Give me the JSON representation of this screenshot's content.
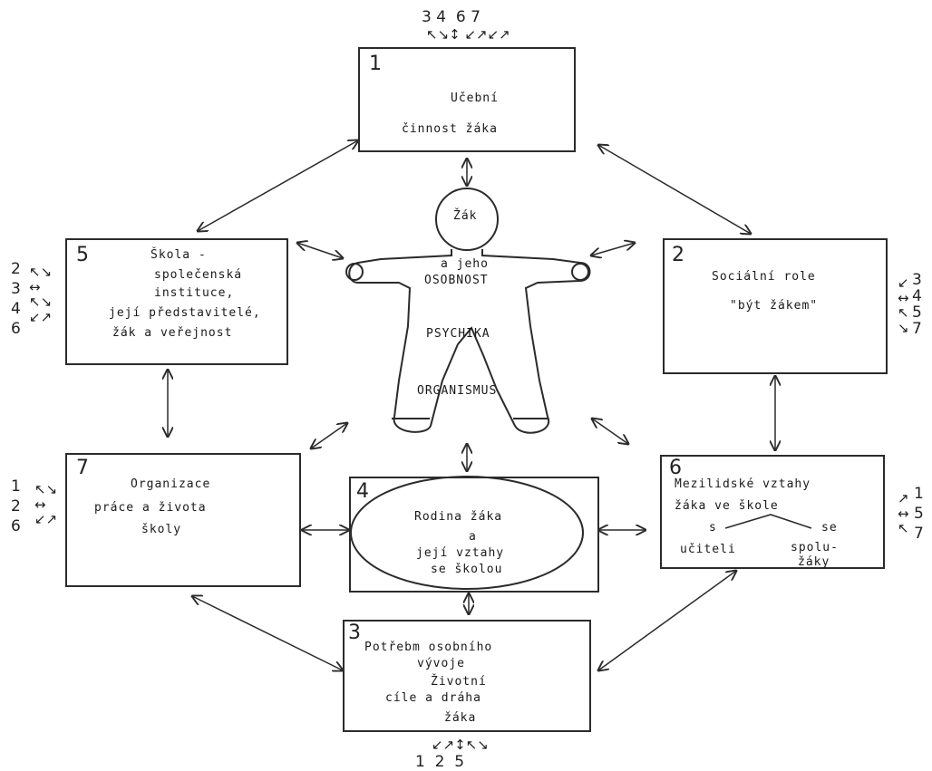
{
  "boxes": {
    "b1": {
      "num": "1",
      "line1": "Učební",
      "line2": "činnost žáka"
    },
    "b2": {
      "num": "2",
      "line1": "Sociální role",
      "line2": "\"být žákem\""
    },
    "b3": {
      "num": "3",
      "line1": "Potřebm osobního",
      "line2": "vývoje",
      "line3": "Životní",
      "line4": "cíle a dráha",
      "line5": "žáka"
    },
    "b4": {
      "num": "4",
      "line1": "Rodina žáka",
      "line2": "a",
      "line3": "její vztahy",
      "line4": "se školou"
    },
    "b5": {
      "num": "5",
      "line1": "Škola -",
      "line2": "společenská",
      "line3": "instituce,",
      "line4": "její představitelé,",
      "line5": "žák a veřejnost"
    },
    "b6": {
      "num": "6",
      "line1": "Mezilidské vztahy",
      "line2": "žáka ve škole",
      "line3": "s",
      "line4": "se",
      "line5": "učiteli",
      "line6": "spolu-",
      "line7": "žáky"
    },
    "b7": {
      "num": "7",
      "line1": "Organizace",
      "line2": "práce a života",
      "line3": "školy"
    }
  },
  "figure": {
    "head": "Žák",
    "line1": "a jeho",
    "line2": "OSOBNOST",
    "line3": "PSYCHIKA",
    "line4": "ORGANISMUS"
  },
  "refs": {
    "top": "3 4  6 7",
    "bottom": "1  2  5",
    "left5": [
      "2",
      "3",
      "4",
      "6"
    ],
    "right2": [
      "3",
      "4",
      "5",
      "7"
    ],
    "left7": [
      "1",
      "2",
      "6"
    ],
    "right6": [
      "1",
      "5",
      "7"
    ]
  }
}
